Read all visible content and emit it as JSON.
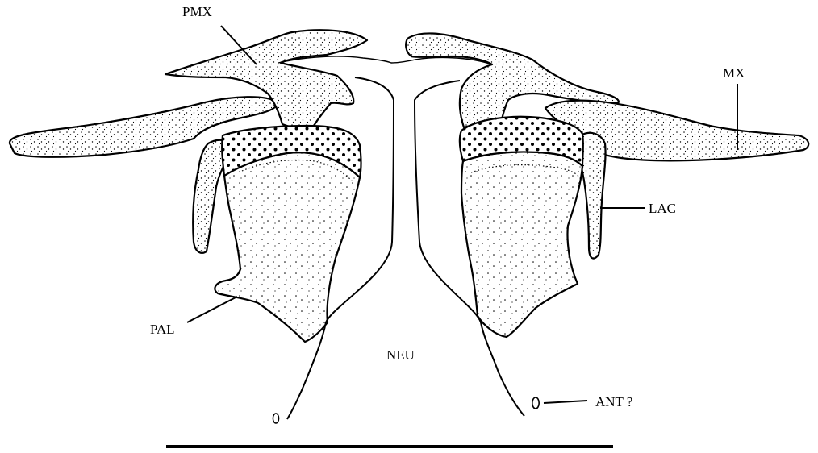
{
  "labels": {
    "pmx": "PMX",
    "mx": "MX",
    "lac": "LAC",
    "pal": "PAL",
    "neu": "NEU",
    "ant": "ANT ?"
  }
}
